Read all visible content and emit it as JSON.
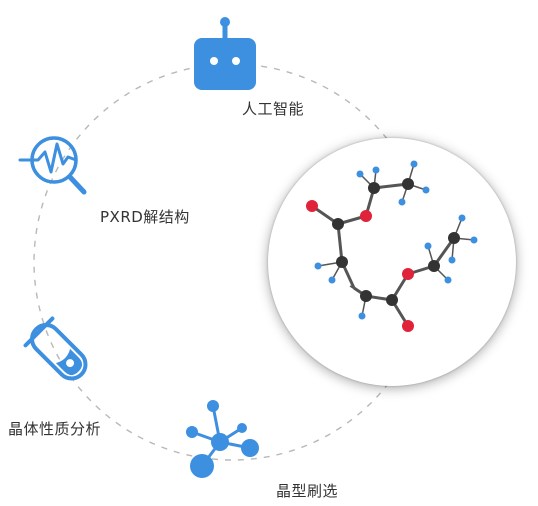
{
  "diagram": {
    "nodes": [
      {
        "id": "ai",
        "label": "人工智能",
        "icon": "robot-icon"
      },
      {
        "id": "pxrd",
        "label": "PXRD解结构",
        "icon": "diffraction-magnifier-icon"
      },
      {
        "id": "props",
        "label": "晶体性质分析",
        "icon": "test-tube-icon"
      },
      {
        "id": "screen",
        "label": "晶型刷选",
        "icon": "network-nodes-icon"
      }
    ],
    "center": {
      "icon": "molecule-structure"
    }
  },
  "colors": {
    "accent": "#3d8fe0",
    "dashed_ring": "#b8b8b8",
    "atom_carbon": "#333333",
    "atom_oxygen": "#e0223a",
    "atom_hydrogen": "#3d8fe0"
  }
}
